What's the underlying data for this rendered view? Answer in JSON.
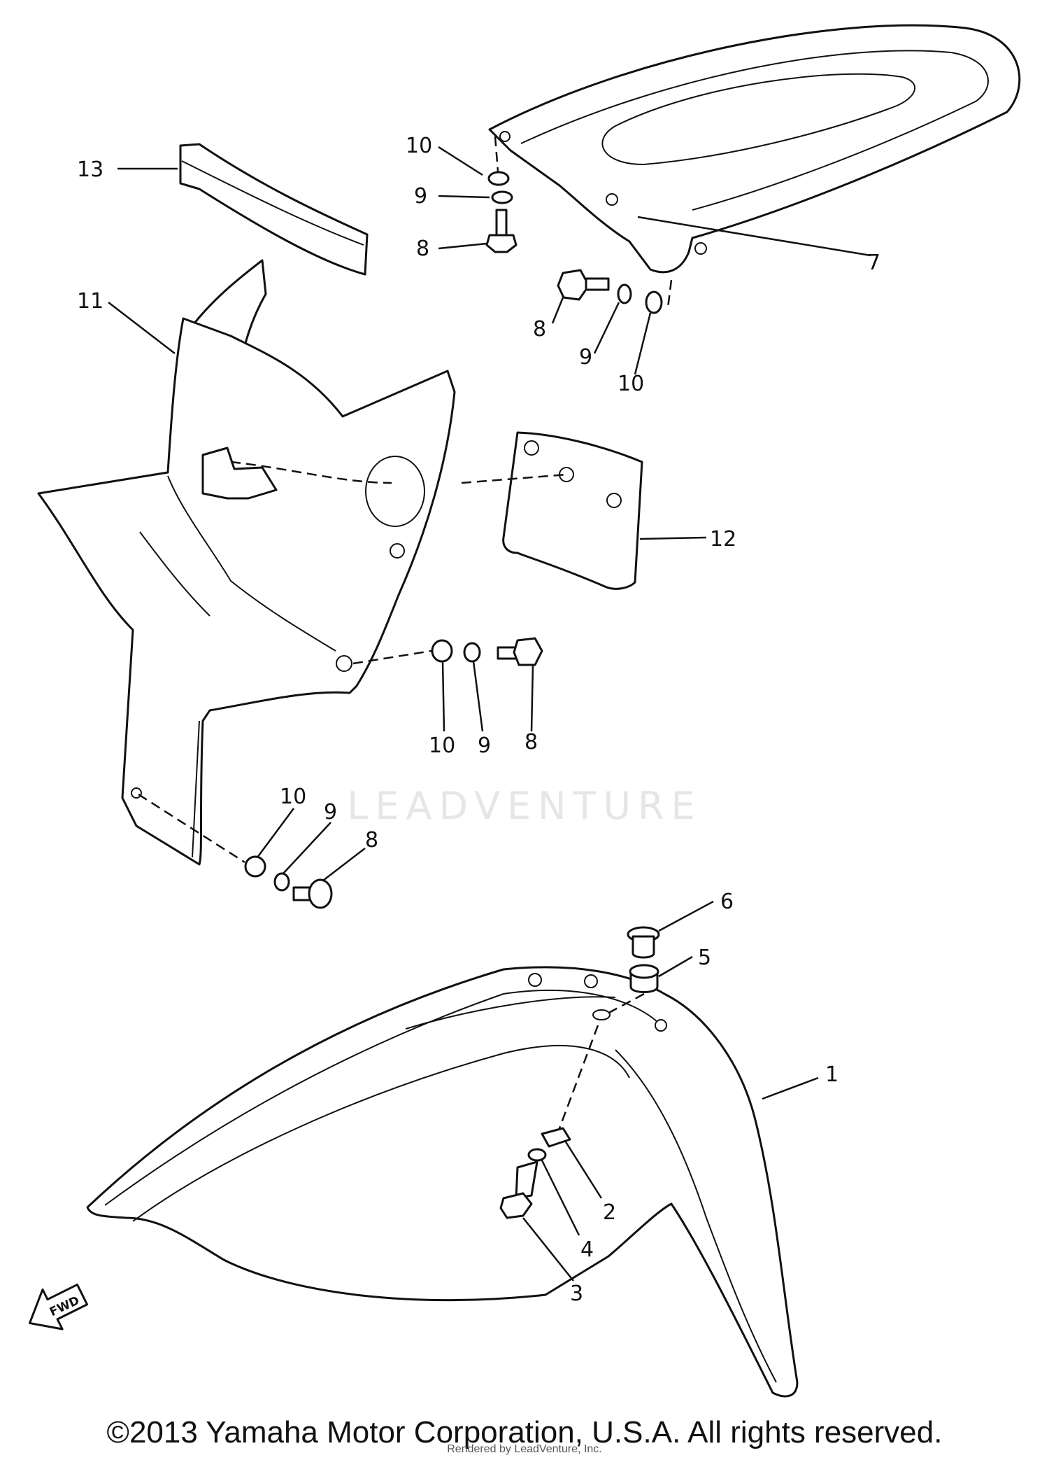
{
  "watermark": "LEADVENTURE",
  "fwd_label": "FWD",
  "labels": {
    "l1": "1",
    "l2": "2",
    "l3": "3",
    "l4": "4",
    "l5": "5",
    "l6": "6",
    "l7": "7",
    "l8a": "8",
    "l8b": "8",
    "l8c": "8",
    "l8d": "8",
    "l9a": "9",
    "l9b": "9",
    "l9c": "9",
    "l9d": "9",
    "l10a": "10",
    "l10b": "10",
    "l10c": "10",
    "l10d": "10",
    "l11": "11",
    "l12": "12",
    "l13": "13"
  },
  "footer": {
    "copyright": "©2013 Yamaha Motor Corporation, U.S.A. All rights reserved.",
    "rendered": "Rendered by LeadVenture, Inc."
  }
}
